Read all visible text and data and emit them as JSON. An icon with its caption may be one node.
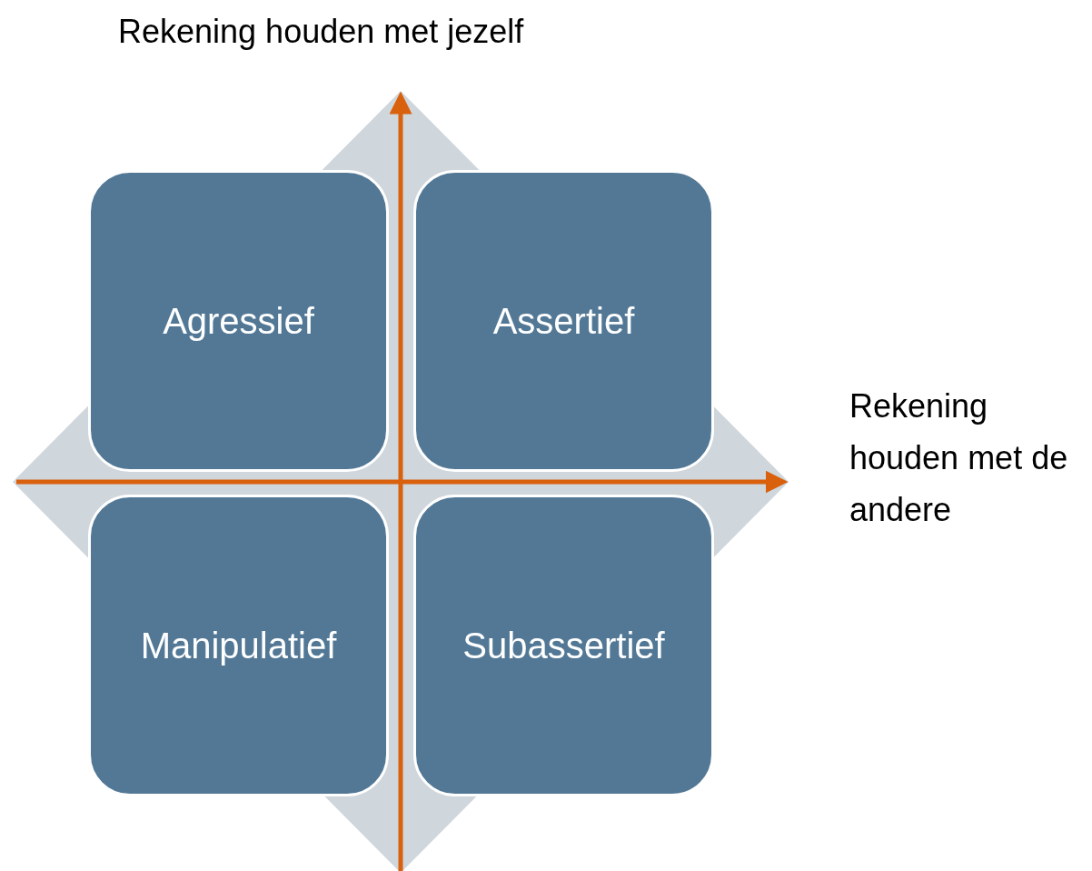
{
  "diagram": {
    "nodes": [
      {
        "text": [
          "Agressief"
        ]
      },
      {
        "text": [
          "Assertief"
        ]
      },
      {
        "text": [
          "Manipulatief"
        ]
      },
      {
        "text": [
          "Subassertief"
        ]
      }
    ],
    "edges": [],
    "labels": [
      "Rekening houden met jezelf",
      "Rekening houden met de andere"
    ]
  }
}
